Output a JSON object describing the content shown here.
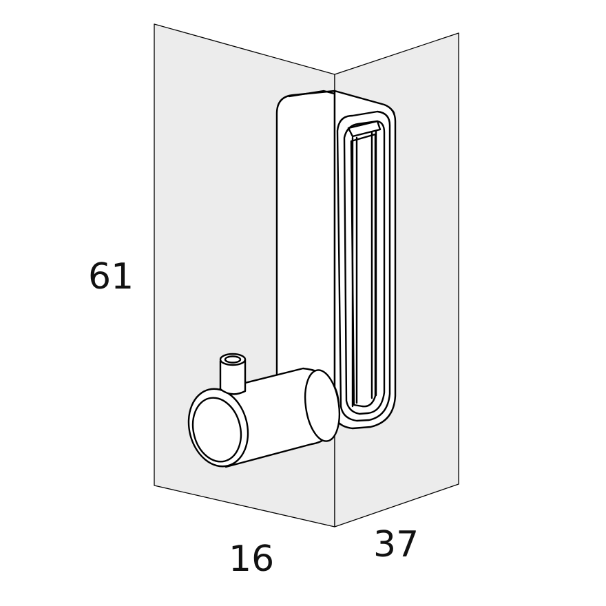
{
  "dimensions": {
    "height": "61",
    "width": "16",
    "depth": "37"
  },
  "colors": {
    "box_fill": "#ececec",
    "line": "#000000",
    "background": "#ffffff"
  }
}
